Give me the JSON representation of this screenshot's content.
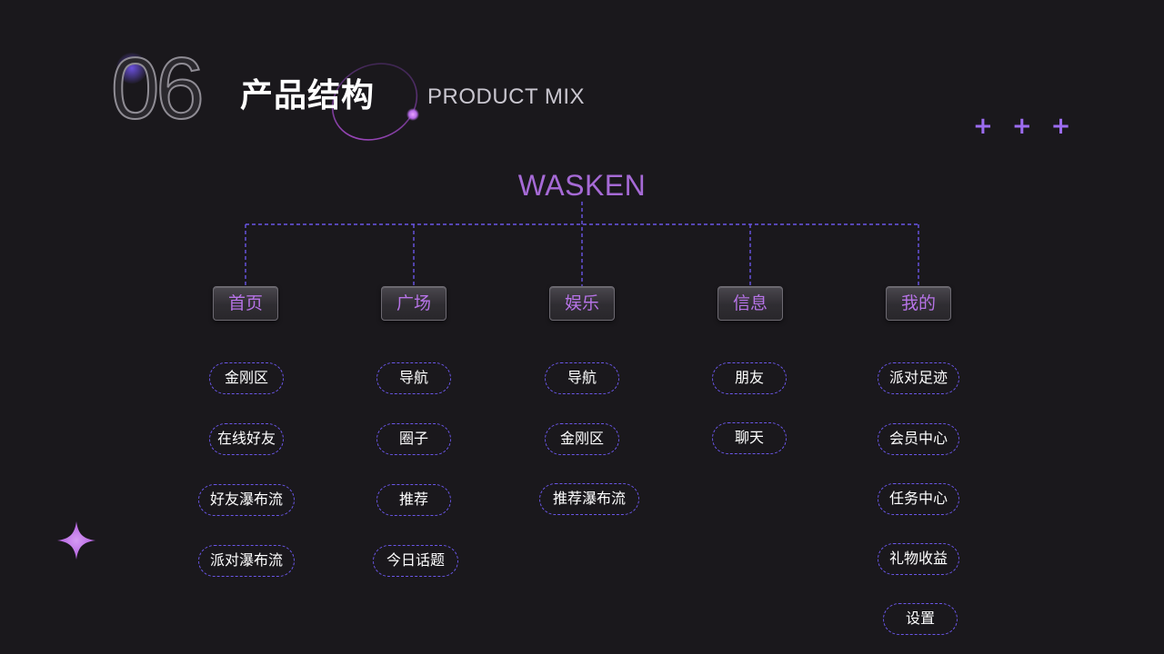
{
  "header": {
    "section_number": "06",
    "title_cn": "产品结构",
    "title_en": "PRODUCT MIX",
    "decoration": "+ + +"
  },
  "colors": {
    "background": "#1a181c",
    "accent_purple": "#a66ad6",
    "dashed_border": "#6a56e8",
    "category_text": "#b673e6"
  },
  "diagram": {
    "root": "WASKEN",
    "categories": [
      {
        "label": "首页",
        "items": [
          "金刚区",
          "在线好友",
          "好友瀑布流",
          "派对瀑布流"
        ]
      },
      {
        "label": "广场",
        "items": [
          "导航",
          "圈子",
          "推荐",
          "今日话题"
        ]
      },
      {
        "label": "娱乐",
        "items": [
          "导航",
          "金刚区",
          "推荐瀑布流"
        ]
      },
      {
        "label": "信息",
        "items": [
          "朋友",
          "聊天"
        ]
      },
      {
        "label": "我的",
        "items": [
          "派对足迹",
          "会员中心",
          "任务中心",
          "礼物收益",
          "设置"
        ]
      }
    ]
  }
}
